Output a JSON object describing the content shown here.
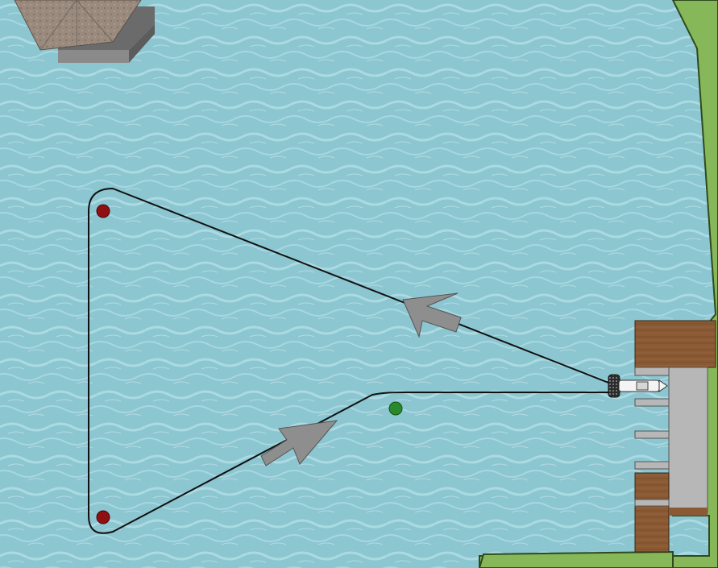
{
  "scene": {
    "water_color": "#8cc6d1",
    "water_highlight": "#b9e3ea",
    "land_color": "#86b85a",
    "land_edge_color": "#2f4a1d",
    "building_roof_color": "#9a8a7d",
    "dock_wood_color": "#8a5a34",
    "dock_concrete_color": "#b7b7b7"
  },
  "course": {
    "line_color": "#111111",
    "arrow_color": "#8e8e8e",
    "buoys": [
      {
        "name": "buoy-red-upper-left",
        "color": "#8f1010"
      },
      {
        "name": "buoy-red-lower-left",
        "color": "#8f1010"
      },
      {
        "name": "buoy-green-start",
        "color": "#2a8a2a"
      }
    ],
    "arrows": [
      {
        "name": "arrow-upward",
        "direction": "up-right"
      },
      {
        "name": "arrow-return",
        "direction": "up-left"
      }
    ]
  },
  "boat": {
    "icon": "boat-icon"
  }
}
